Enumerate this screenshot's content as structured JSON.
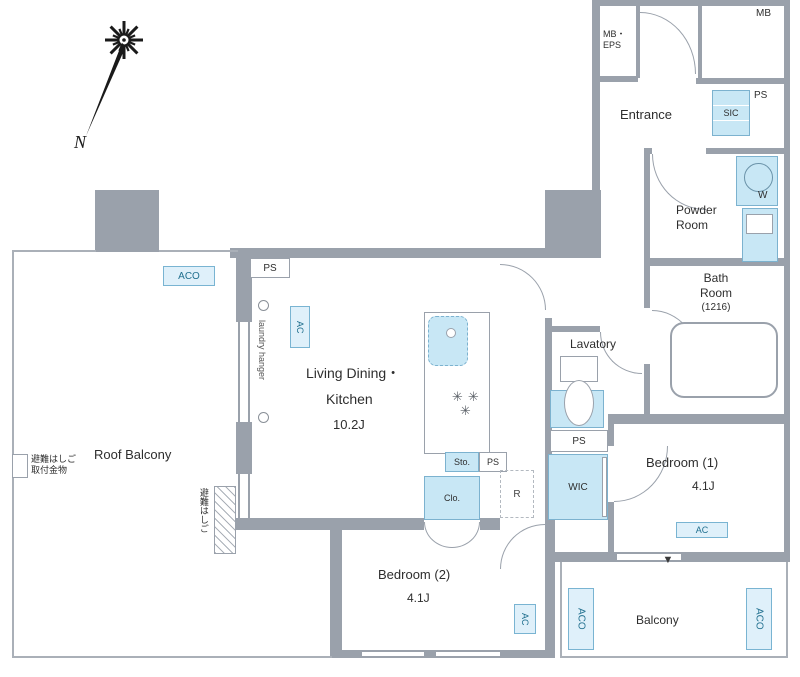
{
  "compass": {
    "label": "N"
  },
  "rooms": {
    "entrance": {
      "label": "Entrance"
    },
    "powder_room": {
      "line1": "Powder",
      "line2": "Room"
    },
    "bath_room": {
      "line1": "Bath",
      "line2": "Room",
      "line3": "(1216)"
    },
    "lavatory": {
      "label": "Lavatory"
    },
    "wic": {
      "label": "WIC"
    },
    "ldk": {
      "line1": "Living Dining・",
      "line2": "Kitchen",
      "size": "10.2J"
    },
    "bedroom1": {
      "label": "Bedroom (1)",
      "size": "4.1J"
    },
    "bedroom2": {
      "label": "Bedroom (2)",
      "size": "4.1J"
    },
    "balcony": {
      "label": "Balcony"
    },
    "roof_balcony": {
      "label": "Roof Balcony"
    }
  },
  "fixtures": {
    "mb": "MB",
    "mb_eps_line1": "MB・",
    "mb_eps_line2": "EPS",
    "ps": "PS",
    "sic": "SIC",
    "washer": "W",
    "sto": "Sto.",
    "clo": "Clo.",
    "fridge": "R",
    "ac": "AC",
    "aco": "ACO"
  },
  "annotations": {
    "escape_ladder_line1": "避難はしご",
    "escape_ladder_line2": "取付金物",
    "escape_ladder_vertical": "避難はしご",
    "laundry_hanger": "laundry hanger",
    "door_marker": "▼",
    "burner": "✳"
  },
  "colors": {
    "wall": "#9aa1ab",
    "fixture_fill": "#c8e7f5",
    "fixture_border": "#7cb2cf",
    "aco_text": "#21708f"
  }
}
